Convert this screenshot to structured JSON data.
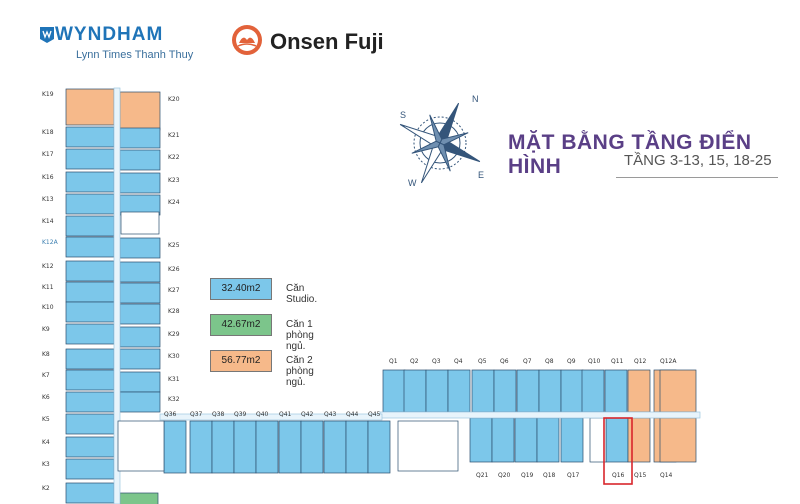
{
  "header": {
    "wyndham_brand": "WYNDHAM",
    "wyndham_sub": "Lynn Times Thanh Thuy",
    "onsen_brand": "Onsen Fuji"
  },
  "title": {
    "main": "MẶT BẰNG TẦNG ĐIỂN HÌNH",
    "floors": "TẦNG  3-13, 15, 18-25"
  },
  "compass": {
    "n": "N",
    "e": "E",
    "s": "S",
    "w": "W"
  },
  "legend": [
    {
      "area": "32.40m2",
      "label": "Căn Studio.",
      "color": "#7cc7ea"
    },
    {
      "area": "42.67m2",
      "label": "Căn 1 phòng ngủ.",
      "color": "#7cc58b"
    },
    {
      "area": "56.77m2",
      "label": "Căn 2 phòng ngủ.",
      "color": "#f6b98a"
    }
  ],
  "units": {
    "k_left": [
      "K19",
      "K18",
      "K17",
      "K16",
      "K13",
      "K14",
      "K12A",
      "K12",
      "K11",
      "K10",
      "K9",
      "K8",
      "K7",
      "K6",
      "K5",
      "K4",
      "K3",
      "K2"
    ],
    "k_right": [
      "K20",
      "K21",
      "K22",
      "K23",
      "K24",
      "K25",
      "K26",
      "K27",
      "K28",
      "K29",
      "K30",
      "K31",
      "K32"
    ],
    "q_bottom_row": [
      "Q36",
      "Q37",
      "Q38",
      "Q39",
      "Q40",
      "Q41",
      "Q42",
      "Q43",
      "Q44",
      "Q45"
    ],
    "q_top_row": [
      "Q1",
      "Q2",
      "Q3",
      "Q4",
      "Q5",
      "Q6",
      "Q7",
      "Q8",
      "Q9",
      "Q10",
      "Q11",
      "Q12",
      "Q12A"
    ],
    "q_lower_row": [
      "Q21",
      "Q20",
      "Q19",
      "Q18",
      "Q17",
      "Q16",
      "Q15",
      "Q14"
    ]
  },
  "highlight": "Q16"
}
